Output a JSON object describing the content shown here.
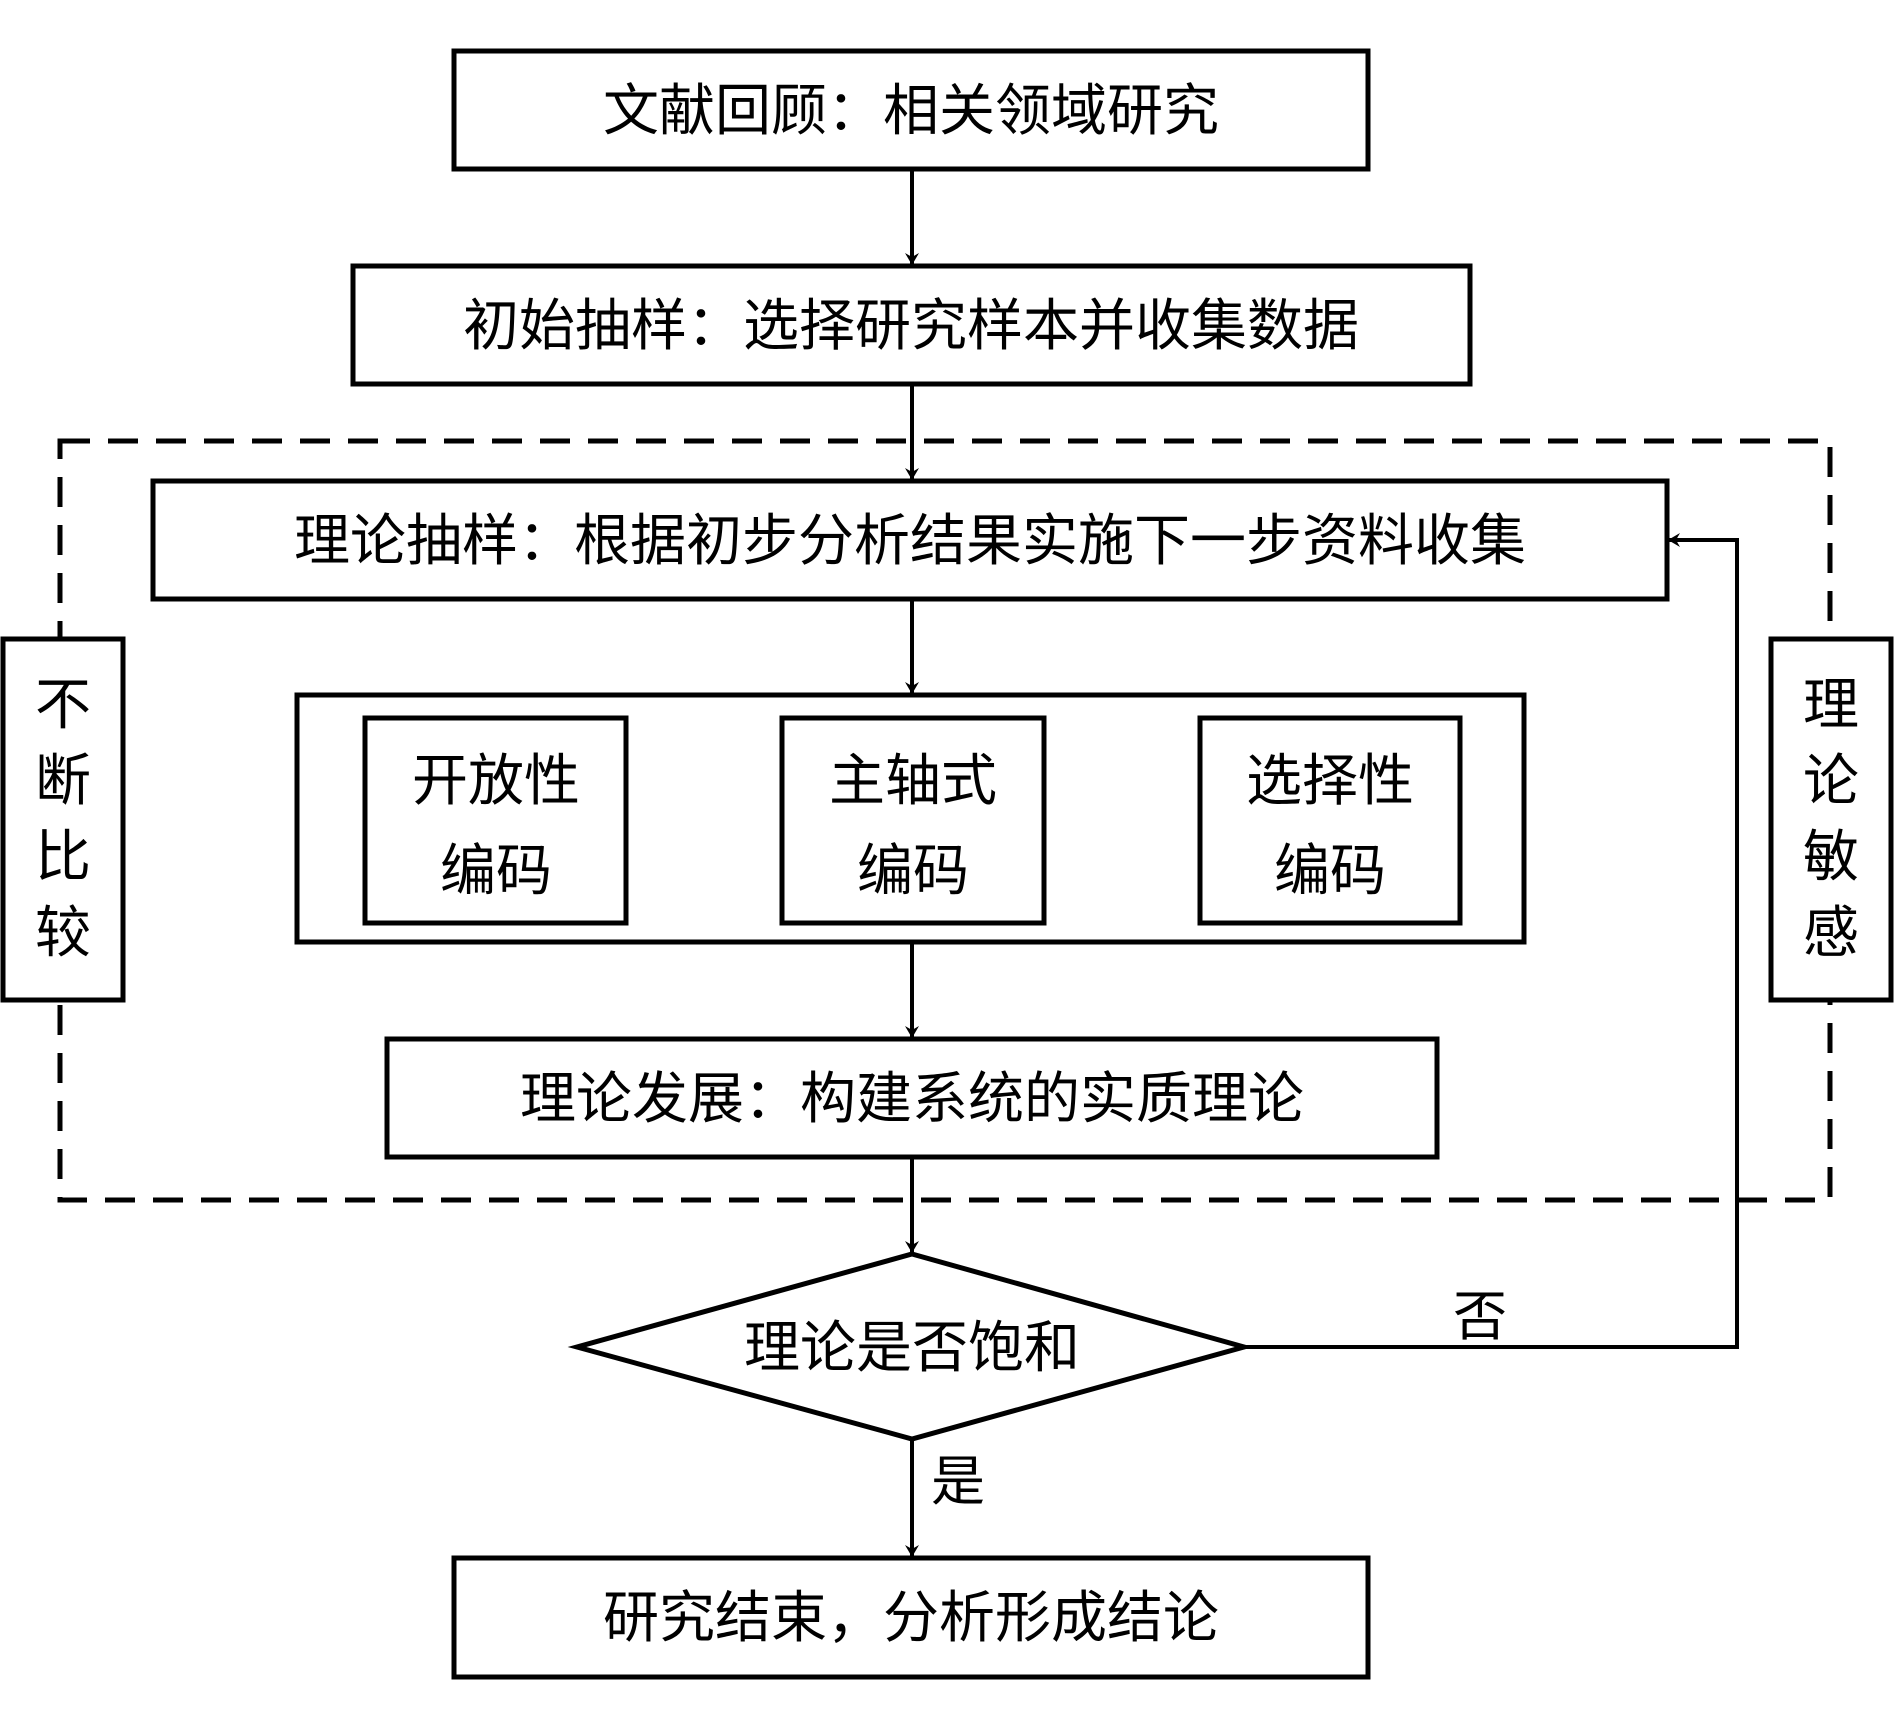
{
  "diagram": {
    "nodes": {
      "literature_review": "文献回顾：相关领域研究",
      "initial_sampling": "初始抽样：选择研究样本并收集数据",
      "theoretical_sampling": "理论抽样：根据初步分析结果实施下一步资料收集",
      "open_coding": [
        "开放性",
        "编码"
      ],
      "axial_coding": [
        "主轴式",
        "编码"
      ],
      "selective_coding": [
        "选择性",
        "编码"
      ],
      "theory_development": "理论发展：构建系统的实质理论",
      "saturation_decision": "理论是否饱和",
      "conclusion": "研究结束，分析形成结论"
    },
    "side_labels": {
      "left": "不断比较",
      "right": "理论敏感"
    },
    "edge_labels": {
      "no": "否",
      "yes": "是"
    }
  }
}
